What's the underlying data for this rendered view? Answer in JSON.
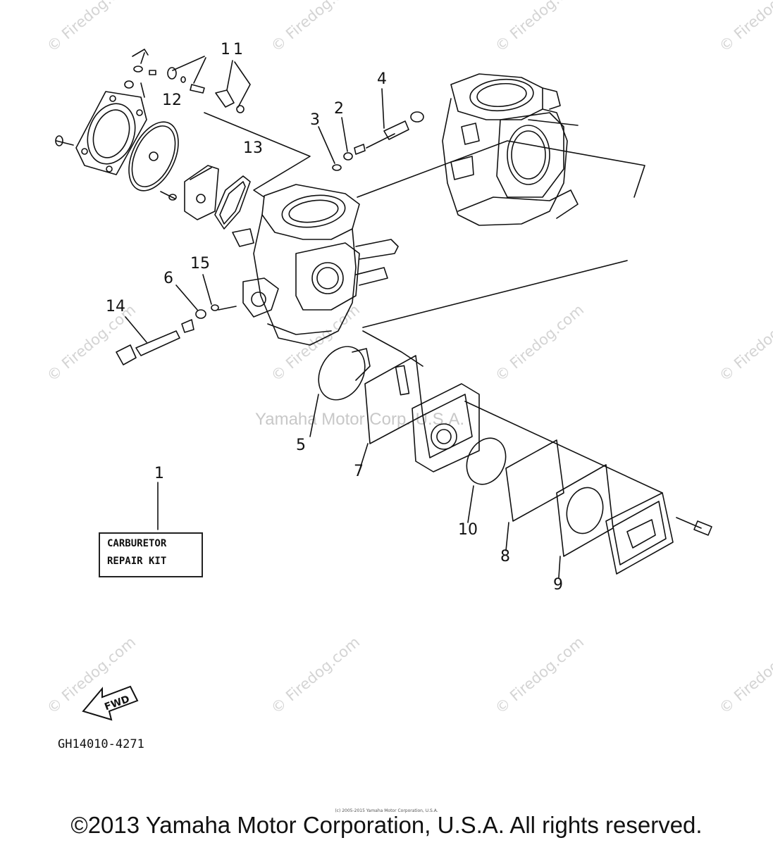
{
  "watermarks": {
    "site": "© Firedog.com",
    "center": "Yamaha Motor Corp. U.S.A."
  },
  "callouts": [
    "1",
    "2",
    "3",
    "4",
    "5",
    "6",
    "7",
    "8",
    "9",
    "10",
    "11",
    "12",
    "13",
    "14",
    "15"
  ],
  "kit_label": {
    "line1": "CARBURETOR",
    "line2": "REPAIR KIT"
  },
  "fwd_label": "FWD",
  "part_code": "GH14010-4271",
  "fine_print": "(c) 2005-2015 Yamaha Motor Corporation, U.S.A.",
  "copyright": "©2013 Yamaha Motor Corporation, U.S.A. All rights reserved.",
  "colors": {
    "ink": "#111111",
    "watermark": "#d4d4d4",
    "background": "#ffffff"
  }
}
